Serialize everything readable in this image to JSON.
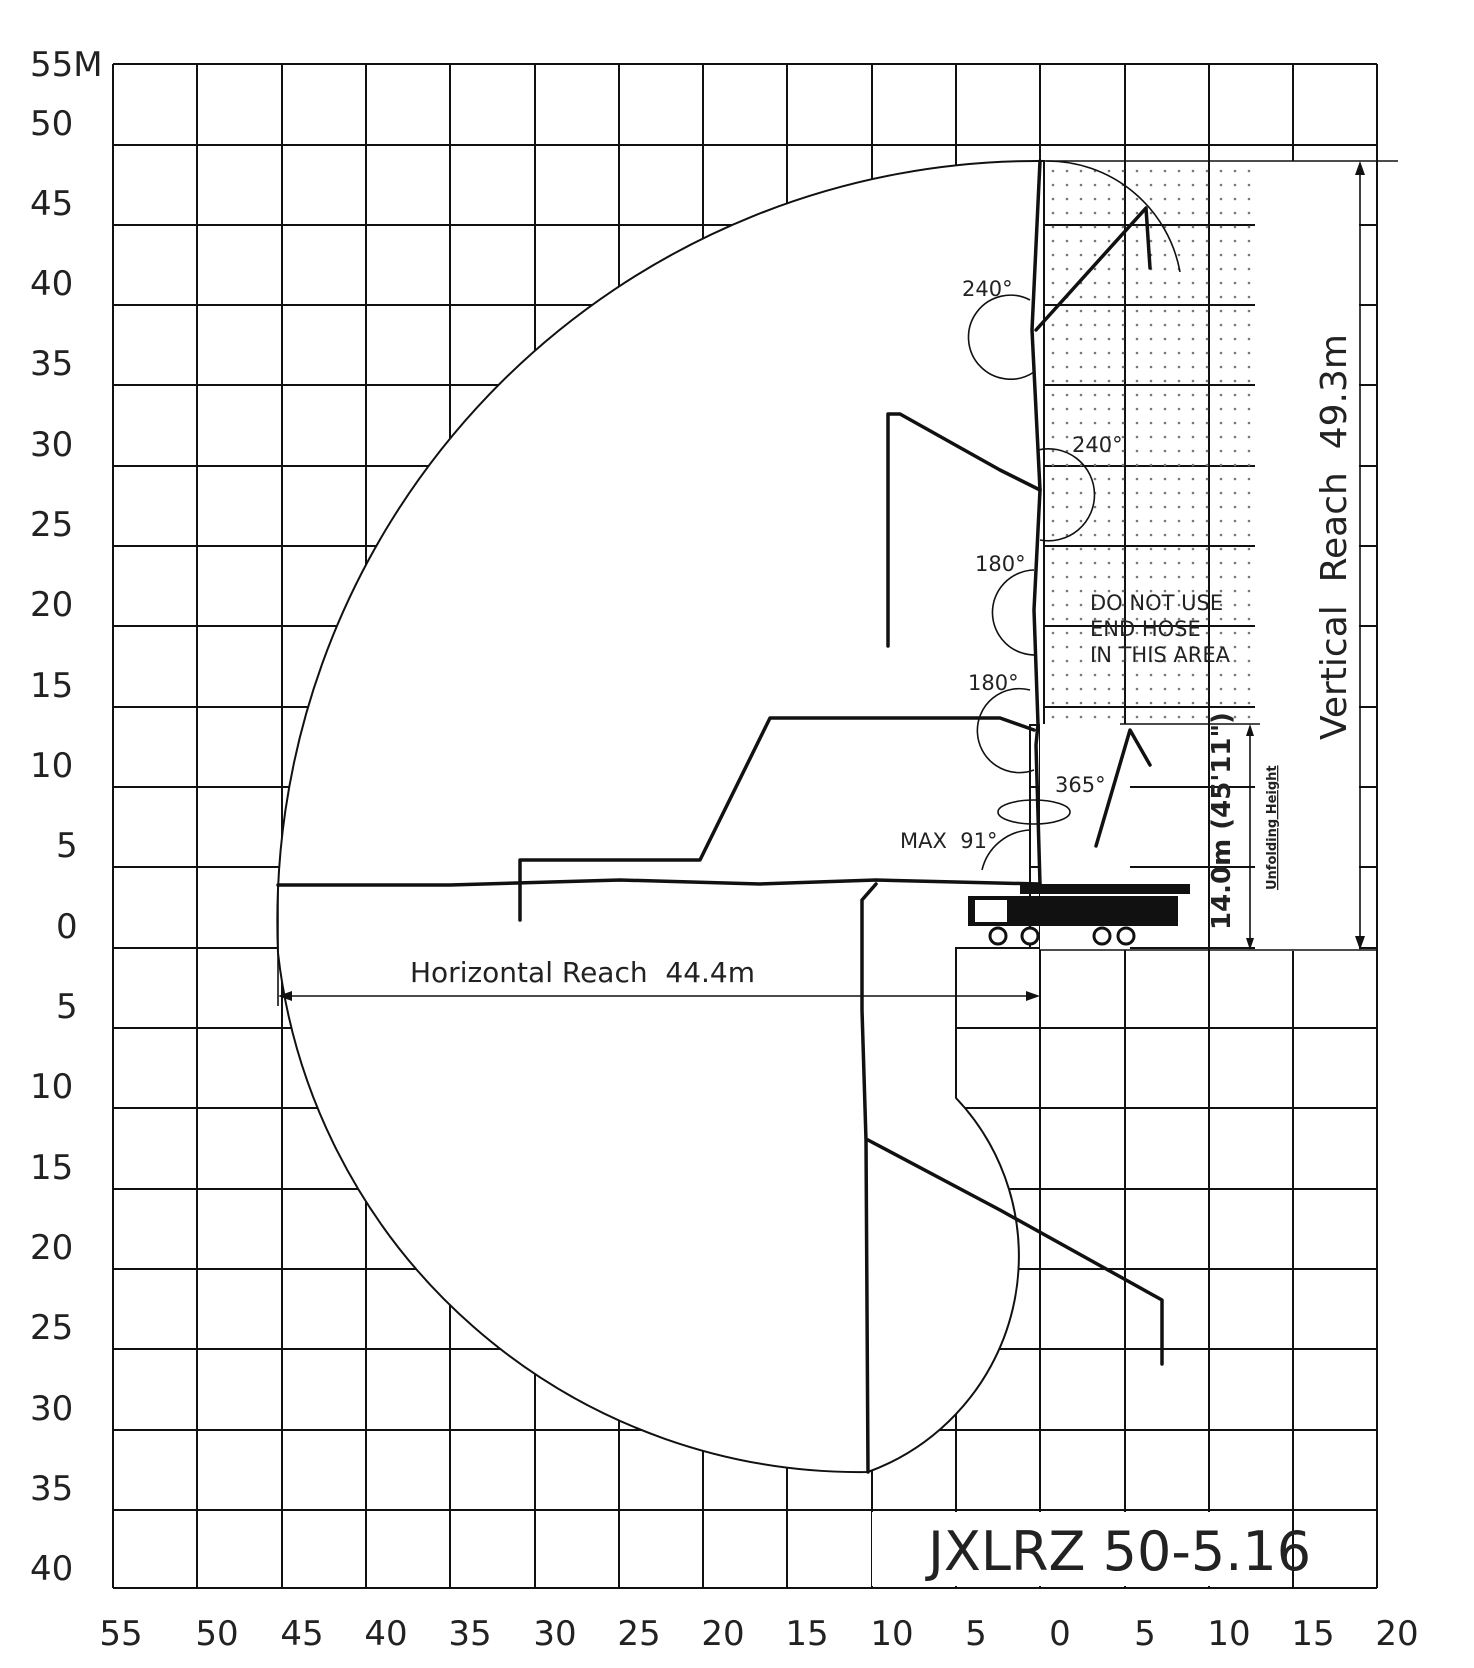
{
  "diagram": {
    "model_title": "JXLRZ 50-5.16",
    "colors": {
      "ink": "#111111",
      "background": "#ffffff",
      "dots": "#777777"
    },
    "y_axis_labels": [
      "55M",
      "50",
      "45",
      "40",
      "35",
      "30",
      "25",
      "20",
      "15",
      "10",
      "5",
      "0",
      "5",
      "10",
      "15",
      "20",
      "25",
      "30",
      "35",
      "40"
    ],
    "x_axis_labels": [
      "55",
      "50",
      "45",
      "40",
      "35",
      "30",
      "25",
      "20",
      "15",
      "10",
      "5",
      "0",
      "5",
      "10",
      "15",
      "20"
    ],
    "horizontal_reach_label": "Horizontal Reach  44.4m",
    "vertical_reach_label": "Vertical  Reach  49.3m",
    "unfolding_height_value": "14.0m (45'11\")",
    "unfolding_height_label": "Unfolding Height",
    "warning_lines": [
      "DO NOT USE",
      "END HOSE",
      "IN THIS AREA"
    ],
    "angles": {
      "a1": "240°",
      "a2": "240°",
      "a3": "180°",
      "a4": "180°",
      "a5": "365°",
      "a6": "MAX  91°"
    }
  }
}
